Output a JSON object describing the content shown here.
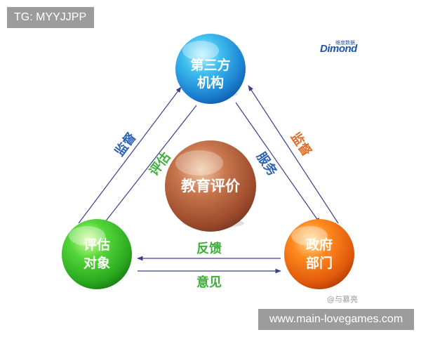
{
  "watermark_top": "TG: MYYJJPP",
  "watermark_bottom": "www.main-lovegames.com",
  "logo": {
    "text": "Dimond",
    "chinese": "维度数据"
  },
  "credit": "@与慕亮",
  "center": {
    "label": "教育评价"
  },
  "nodes": {
    "top": {
      "line1": "第三方",
      "line2": "机构"
    },
    "left": {
      "line1": "评估",
      "line2": "对象"
    },
    "right": {
      "line1": "政府",
      "line2": "部门"
    }
  },
  "edges": {
    "left_outer": "监督",
    "left_inner": "评估",
    "right_outer": "监督",
    "right_inner": "服务",
    "bottom_top": "反馈",
    "bottom_bottom": "意见"
  },
  "colors": {
    "top_node": "#2aa6e6",
    "left_node": "#3cc02c",
    "right_node": "#f26a13",
    "center_node": "#b35a3a",
    "outer_label": "#2d63b2",
    "inner_left_label": "#3cb038",
    "inner_right_label": "#2d63b2",
    "right_outer_label": "#e26a2a",
    "bottom_labels": "#3cb038",
    "arrow": "#3b3f8e"
  }
}
